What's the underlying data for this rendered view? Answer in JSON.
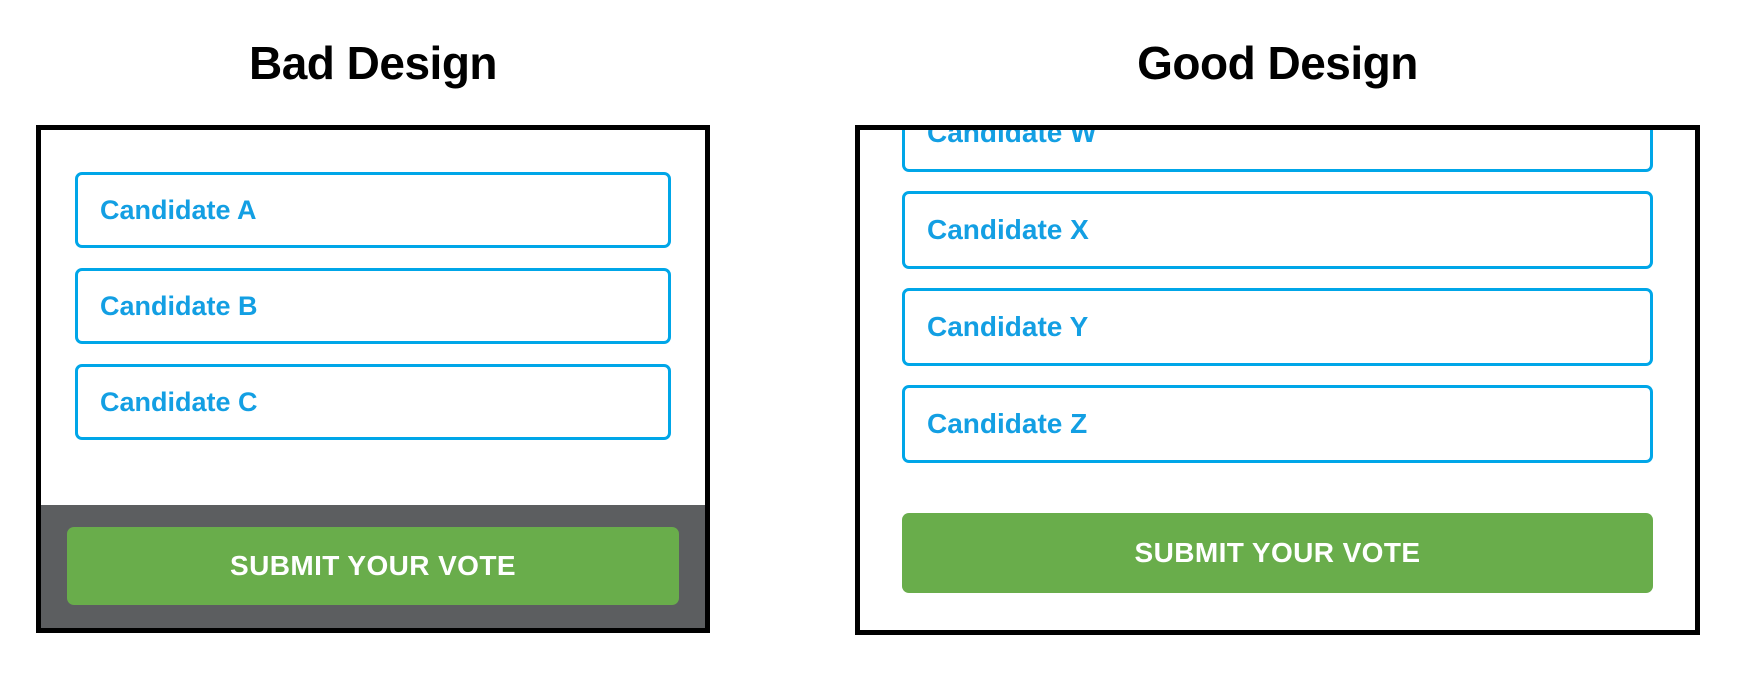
{
  "colors": {
    "panel_border": "#000000",
    "option_border": "#00A6E8",
    "option_text": "#139FE3",
    "submit_background": "#69AD4B",
    "submit_text": "#FFFFFF",
    "bad_footer_background": "#5C5E60",
    "page_background": "#FFFFFF",
    "title_text": "#000000"
  },
  "bad_panel": {
    "title": "Bad Design",
    "options": [
      {
        "label": "Candidate A"
      },
      {
        "label": "Candidate B"
      },
      {
        "label": "Candidate C"
      }
    ],
    "submit_label": "SUBMIT YOUR VOTE"
  },
  "good_panel": {
    "title": "Good Design",
    "options": [
      {
        "label": "Candidate W"
      },
      {
        "label": "Candidate X"
      },
      {
        "label": "Candidate Y"
      },
      {
        "label": "Candidate Z"
      }
    ],
    "submit_label": "SUBMIT YOUR VOTE"
  }
}
